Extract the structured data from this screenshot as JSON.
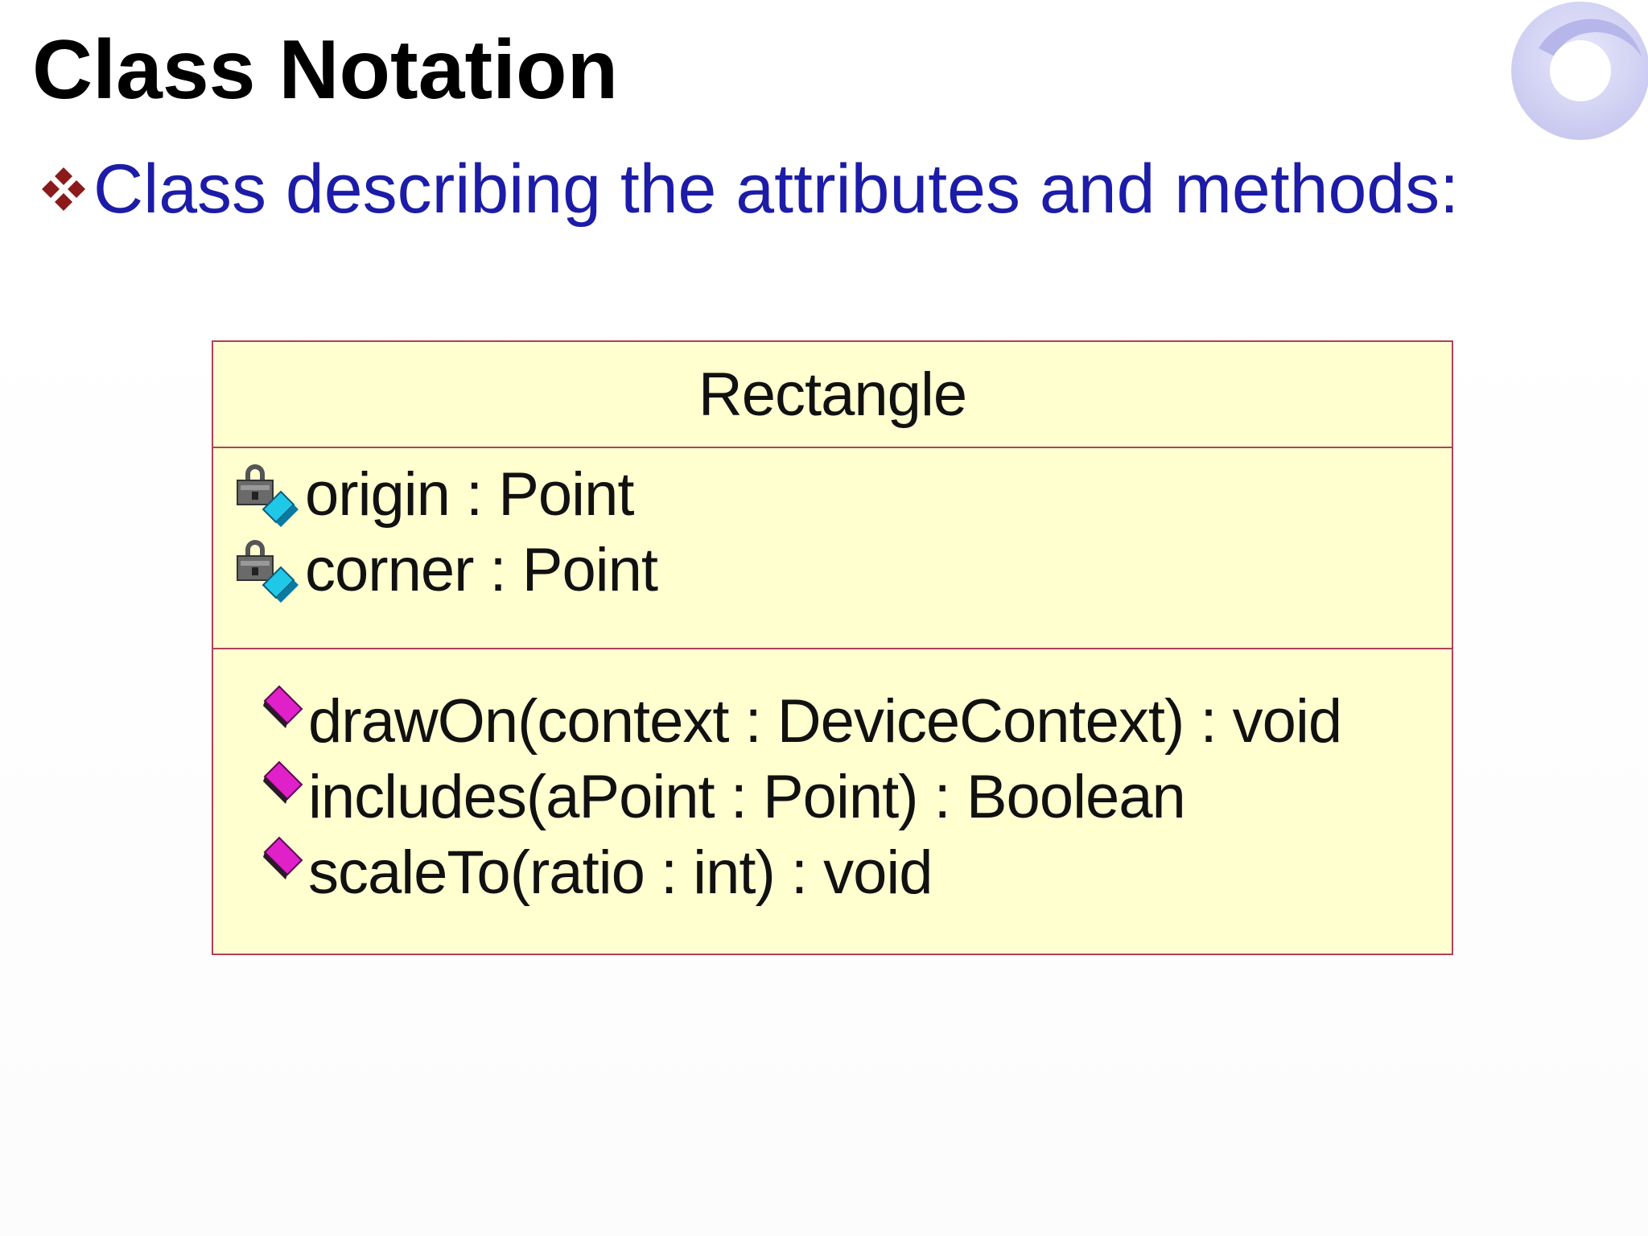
{
  "slide": {
    "title": "Class Notation",
    "bullet": "Class describing the attributes and methods:"
  },
  "uml_class": {
    "name": "Rectangle",
    "attributes": [
      {
        "text": "origin : Point",
        "icon": "private-attribute-icon"
      },
      {
        "text": "corner : Point",
        "icon": "private-attribute-icon"
      }
    ],
    "operations": [
      {
        "text": "drawOn(context : DeviceContext) : void",
        "icon": "public-operation-icon"
      },
      {
        "text": "includes(aPoint : Point) : Boolean",
        "icon": "public-operation-icon"
      },
      {
        "text": "scaleTo(ratio : int) : void",
        "icon": "public-operation-icon"
      }
    ]
  },
  "colors": {
    "title": "#000000",
    "bullet_text": "#1c1ca8",
    "bullet_icon": "#8b1a1a",
    "class_fill": "#ffffd0",
    "class_border": "#b0405c",
    "operation_icon": "#e020c8",
    "attribute_icon_tag": "#20c8e8",
    "logo": "#c8c8f0"
  }
}
